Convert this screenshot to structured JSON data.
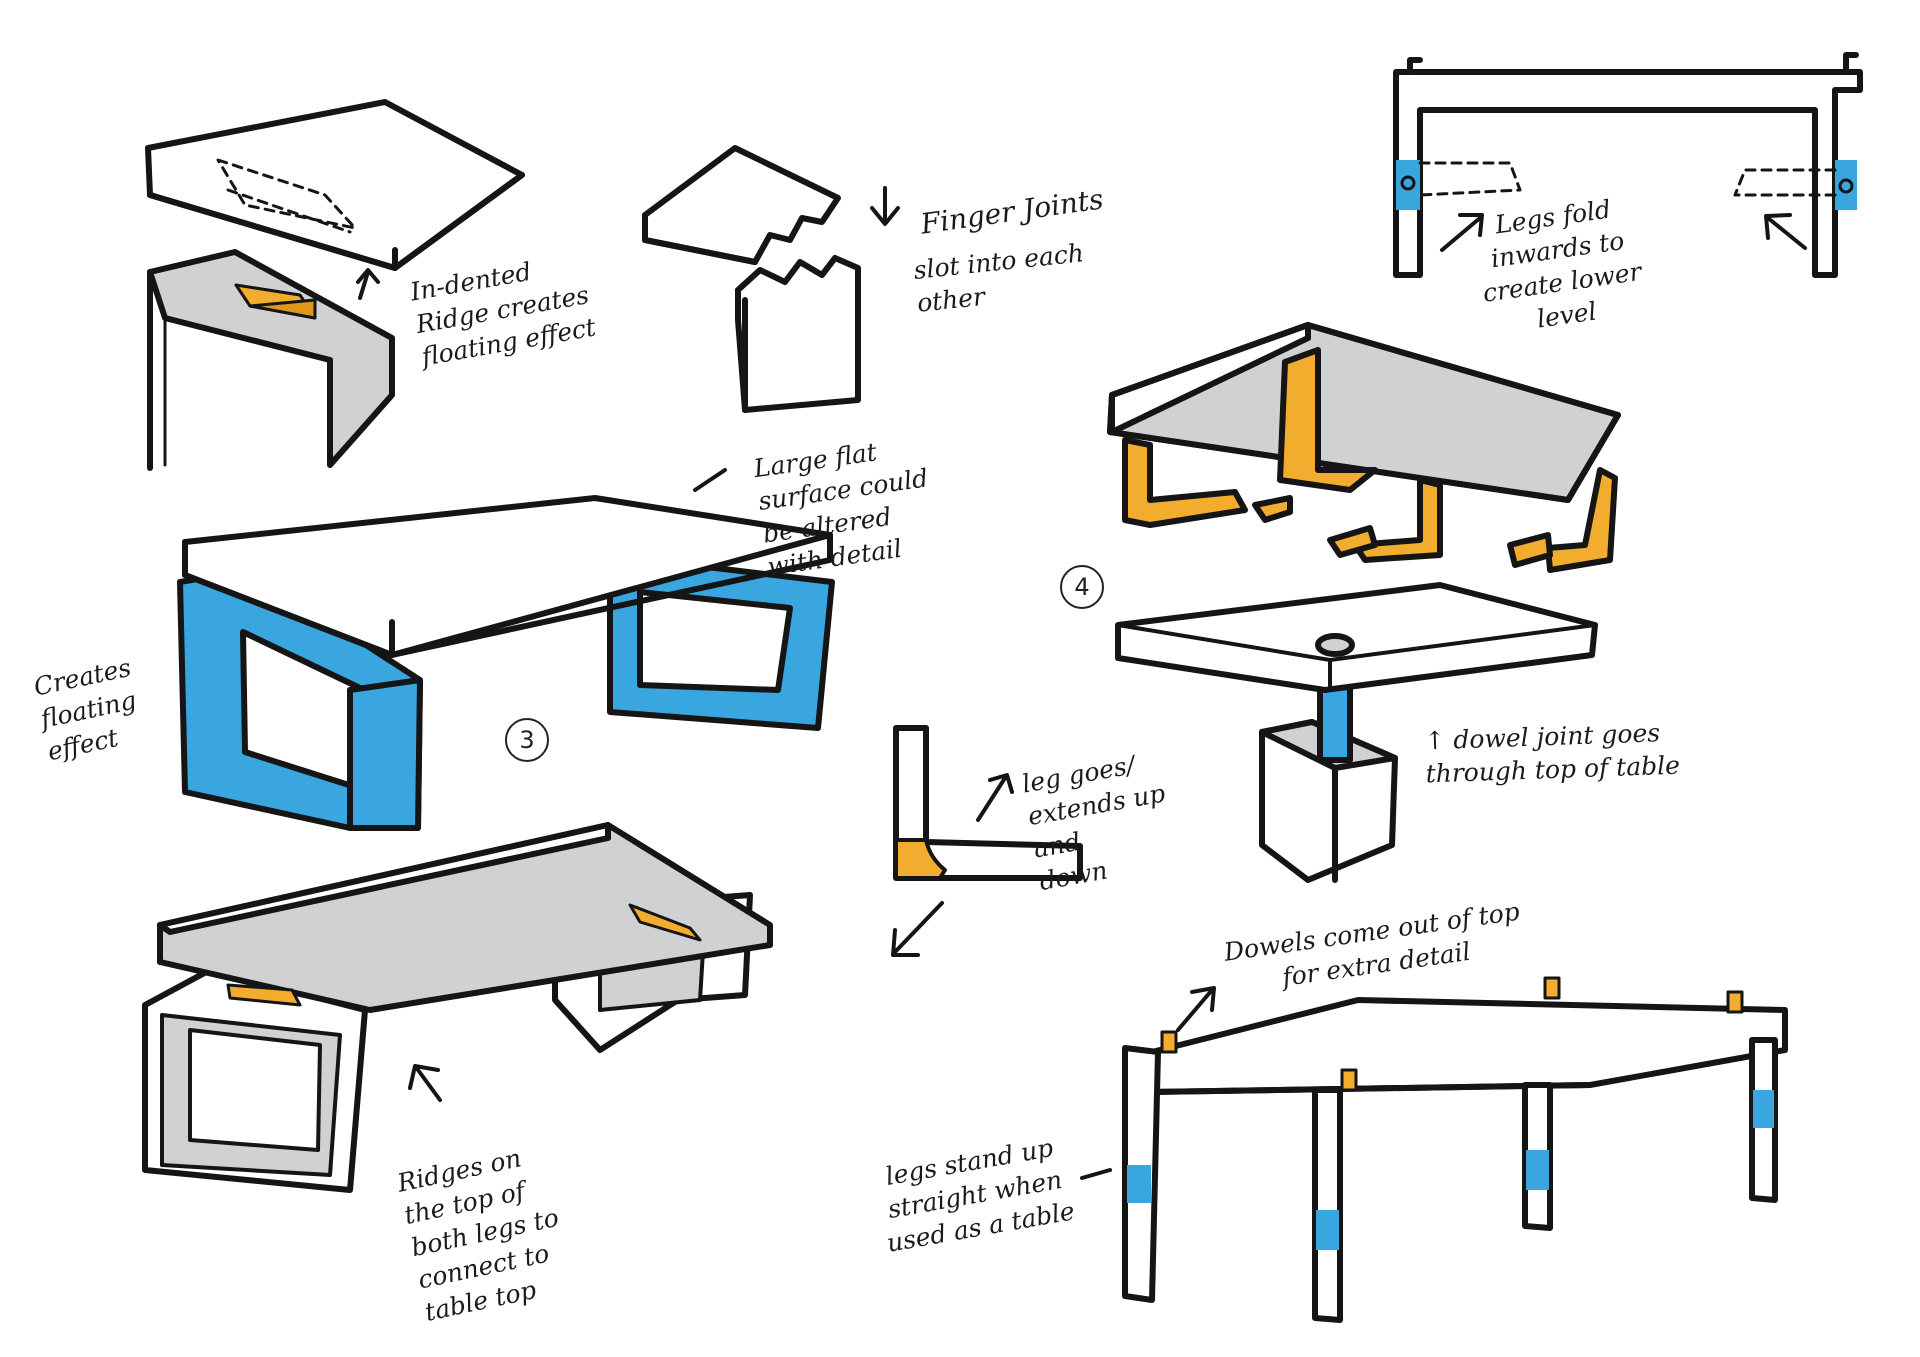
{
  "annotations": {
    "indented_ridge": "In-dented\nRidge creates\nfloating effect",
    "finger_joints_title": "Finger Joints",
    "finger_joints_sub": "slot into each\nother",
    "legs_fold": "Legs fold\ninwards to\ncreate lower\nlevel",
    "large_flat_surface": "Large flat\nsurface could\nbe altered\nwith detail",
    "creates_floating": "Creates\nfloating\neffect",
    "leg_extends": "leg goes/\nextends up\nand\ndown",
    "dowel_joint": "↑ dowel joint goes\nthrough top of table",
    "ridges_top": "Ridges on\nthe top of\nboth legs to\nconnect to\ntable top",
    "dowels_come_out": "Dowels come out of top\nfor extra detail",
    "legs_stand_up": "legs stand up\nstraight when\nused as a table"
  },
  "labels": {
    "design_3": "3",
    "design_4": "4"
  },
  "colors": {
    "outline": "#151515",
    "blue": "#3aa6e0",
    "orange": "#f2ad2e",
    "grey": "#cfd1d3",
    "paper": "#ffffff"
  }
}
